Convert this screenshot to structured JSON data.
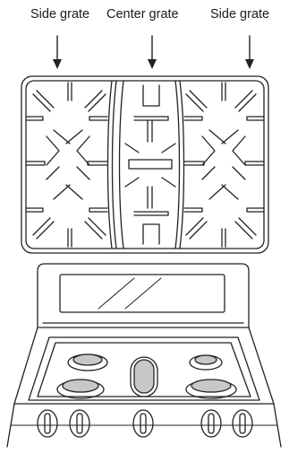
{
  "labels": {
    "left_grate": "Side grate",
    "center_grate": "Center grate",
    "right_grate": "Side grate"
  }
}
